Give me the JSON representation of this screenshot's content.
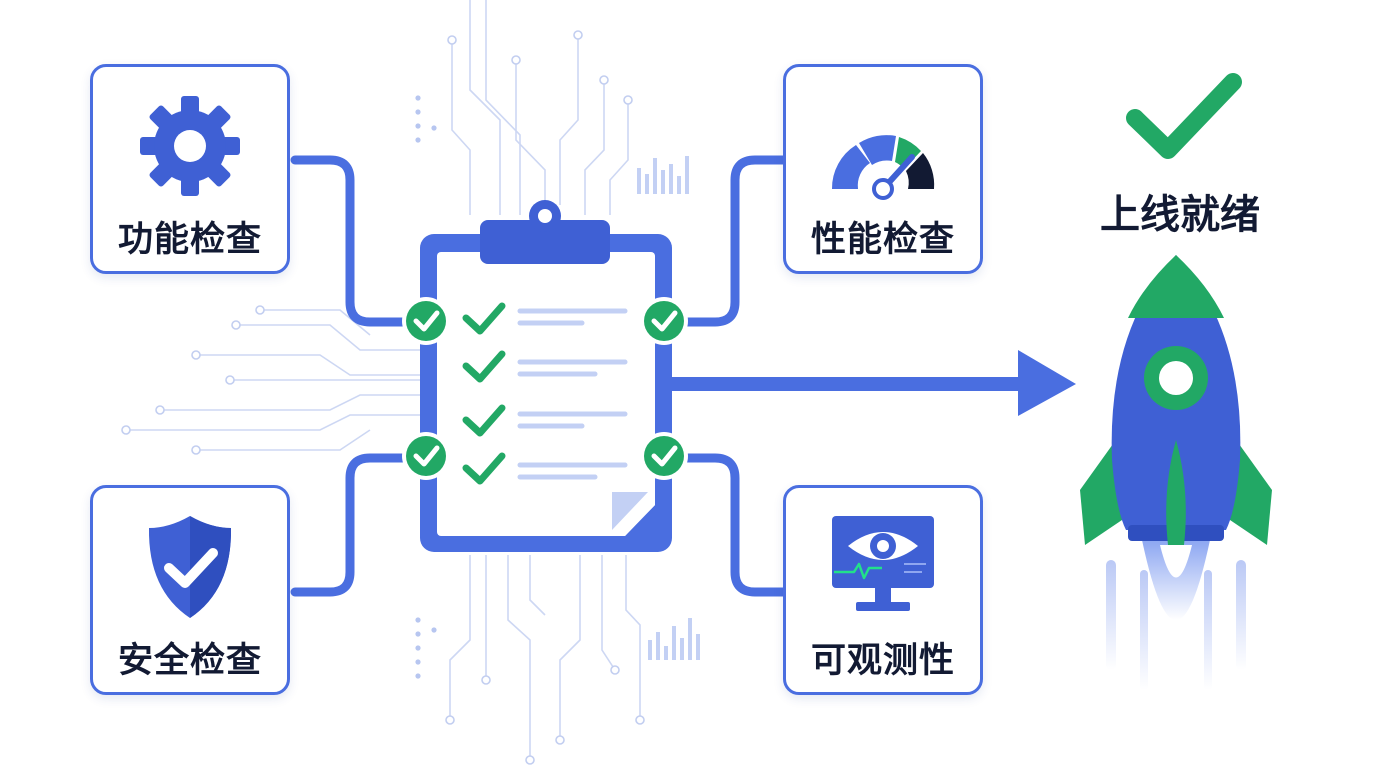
{
  "checks": {
    "functional": {
      "label": "功能检查",
      "icon": "gear-icon"
    },
    "performance": {
      "label": "性能检查",
      "icon": "speedometer-icon"
    },
    "security": {
      "label": "安全检查",
      "icon": "shield-check-icon"
    },
    "observability": {
      "label": "可观测性",
      "icon": "monitor-eye-icon"
    }
  },
  "checklist": {
    "icon": "clipboard-checklist-icon",
    "checked_items": 4
  },
  "ready": {
    "label": "上线就绪",
    "icon": "rocket-icon"
  },
  "colors": {
    "primary_blue": "#4a6ee0",
    "accent_green": "#22a865",
    "dark_text": "#121a33",
    "light_line": "#c9d4f2"
  }
}
